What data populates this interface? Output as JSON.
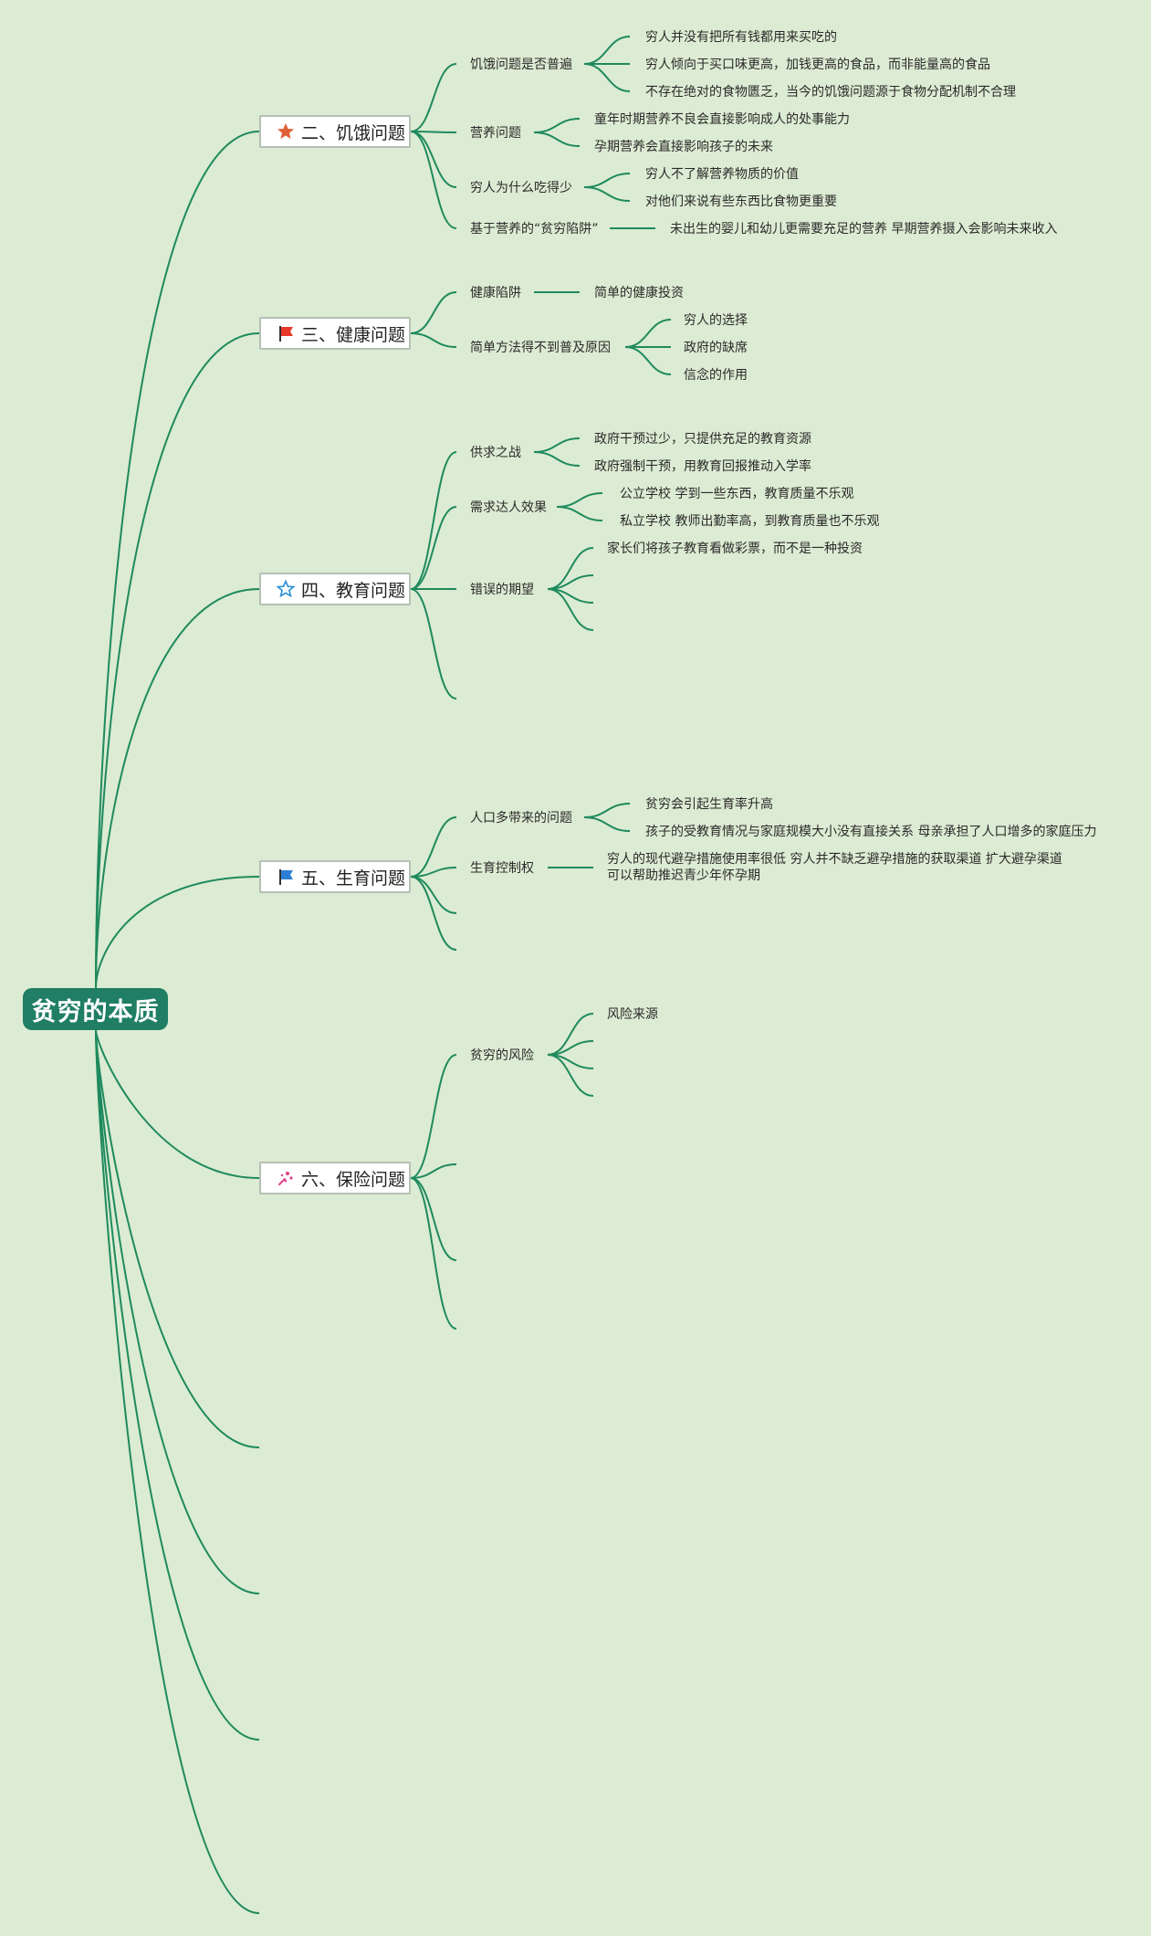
{
  "root": {
    "label": "贫穷的本质"
  },
  "branches": [
    {
      "label": "二、饥饿问题",
      "icon": "star-icon",
      "icon_color": "#e0603a",
      "subs": [
        {
          "label": "饥饿问题是否普遍",
          "leaves": [
            "穷人并没有把所有钱都用来买吃的",
            "穷人倾向于买口味更高，加钱更高的食品，而非能量高的食品",
            "不存在绝对的食物匮乏，当今的饥饿问题源于食物分配机制不合理"
          ]
        },
        {
          "label": "营养问题",
          "leaves": [
            "童年时期营养不良会直接影响成人的处事能力",
            "孕期营养会直接影响孩子的未来"
          ]
        },
        {
          "label": "穷人为什么吃得少",
          "leaves": [
            "穷人不了解营养物质的价值",
            "对他们来说有些东西比食物更重要"
          ]
        },
        {
          "label": "基于营养的“贫穷陷阱”",
          "leaves": [
            "未出生的婴儿和幼儿更需要充足的营养 早期营养摄入会影响未来收入"
          ]
        }
      ]
    },
    {
      "label": "三、健康问题",
      "icon": "red-flag-icon",
      "icon_color": "#e8382a",
      "subs": [
        {
          "label": "健康陷阱",
          "leaves": [
            "简单的健康投资"
          ]
        },
        {
          "label": "简单方法得不到普及原因",
          "leaves": [
            "穷人的选择",
            "政府的缺席",
            "信念的作用"
          ]
        }
      ]
    },
    {
      "label": "四、教育问题",
      "icon": "outline-star-icon",
      "icon_color": "#2a8fd4",
      "subs": [
        {
          "label": "供求之战",
          "leaves": [
            "政府干预过少，只提供充足的教育资源",
            "政府强制干预，用教育回报推动入学率"
          ]
        },
        {
          "label": "需求达人效果",
          "leaves": [
            "公立学校 学到一些东西，教育质量不乐观",
            "私立学校 教师出勤率高，到教育质量也不乐观"
          ]
        },
        {
          "label": "错误的期望",
          "leaves": [
            "家长们将孩子教育看做彩票，而不是一种投资",
            "",
            "",
            ""
          ]
        },
        {
          "label": "",
          "leaves": []
        }
      ]
    },
    {
      "label": "五、生育问题",
      "icon": "blue-flag-icon",
      "icon_color": "#2c7fd6",
      "subs": [
        {
          "label": "人口多带来的问题",
          "leaves": [
            "贫穷会引起生育率升高",
            "孩子的受教育情况与家庭规模大小没有直接关系 母亲承担了人口增多的家庭压力"
          ]
        },
        {
          "label": "生育控制权",
          "leaves": [
            "穷人的现代避孕措施使用率很低 穷人并不缺乏避孕措施的获取渠道 扩大避孕渠道\n可以帮助推迟青少年怀孕期"
          ]
        },
        {
          "label": "",
          "leaves": []
        },
        {
          "label": "",
          "leaves": []
        }
      ]
    },
    {
      "label": "六、保险问题",
      "icon": "sparkle-icon",
      "icon_color": "#e0408a",
      "subs": [
        {
          "label": "贫穷的风险",
          "leaves": [
            "风险来源",
            "",
            "",
            ""
          ]
        },
        {
          "label": "",
          "leaves": []
        },
        {
          "label": "",
          "leaves": []
        },
        {
          "label": "",
          "leaves": []
        }
      ]
    }
  ],
  "colors": {
    "line": "#1e8a5e",
    "background": "#dcebd3",
    "root": "#1f7e63"
  }
}
